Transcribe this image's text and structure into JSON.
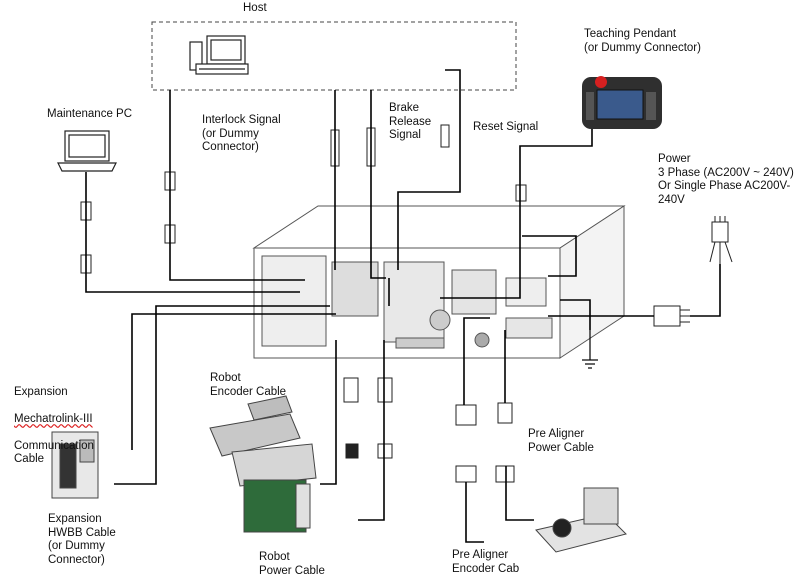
{
  "diagram": {
    "labels": {
      "host": "Host",
      "teaching_pendant": "Teaching Pendant\n(or Dummy Connector)",
      "maintenance_pc": "Maintenance PC",
      "interlock_signal": "Interlock Signal\n(or Dummy\nConnector)",
      "brake_release_signal": "Brake\nRelease\nSignal",
      "reset_signal": "Reset Signal",
      "power": "Power\n3 Phase (AC200V ~ 240V)\nOr Single Phase AC200V-\n240V",
      "expansion_prefix": "Expansion",
      "mechatrolink": "Mechatrolink-III",
      "communication_cable": "Communication\nCable",
      "robot_encoder_cable": "Robot\nEncoder Cable",
      "pre_aligner_power_cable": "Pre Aligner\nPower Cable",
      "expansion_hwbb_cable": "Expansion\nHWBB Cable\n(or Dummy\nConnector)",
      "robot_power_cable": "Robot\nPower Cable",
      "pre_aligner_encoder_cable": "Pre Aligner\nEncoder Cab"
    },
    "colors": {
      "wire": "#000000",
      "pendant_body": "#2f2f2f",
      "pendant_screen": "#3a5a8c",
      "emergency_stop": "#d62020",
      "controller_outline": "#555555",
      "robot_arm": "#c8c8c8",
      "robot_base": "#2e6b3a",
      "misspell_underline": "#d22222"
    },
    "icons": [
      "desktop-pc-icon",
      "laptop-icon",
      "teaching-pendant-icon",
      "controller-unit-icon",
      "servo-drive-icon",
      "robot-icon",
      "pre-aligner-icon",
      "ground-icon",
      "connector-icon"
    ]
  }
}
